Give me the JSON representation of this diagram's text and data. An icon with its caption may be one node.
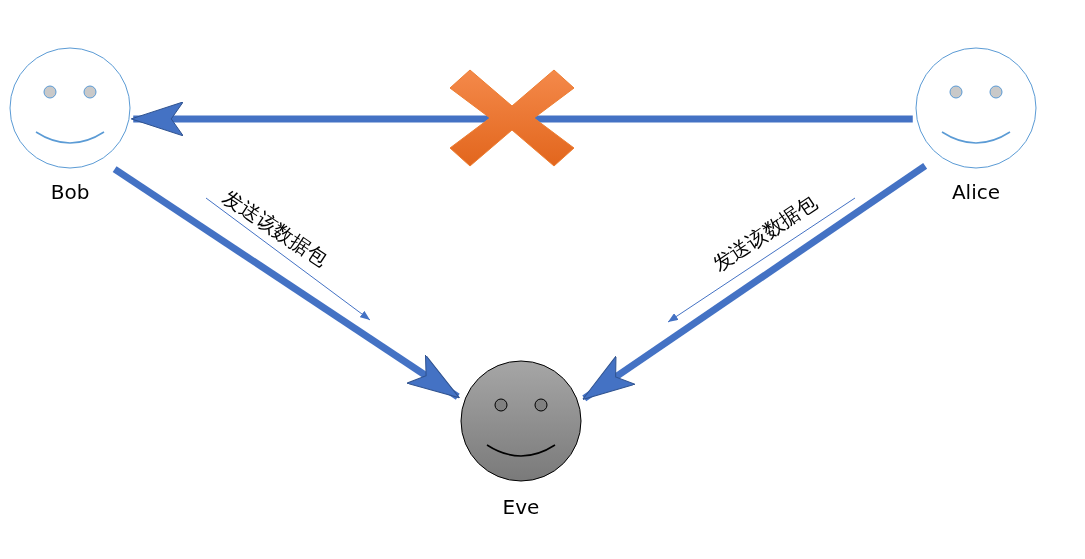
{
  "diagram": {
    "nodes": [
      {
        "text": [
          "Bob"
        ]
      },
      {
        "text": [
          "Alice"
        ]
      },
      {
        "text": [
          "Eve"
        ]
      }
    ],
    "edges": [
      {
        "from": 1,
        "to": 0,
        "arrow": "to"
      },
      {
        "from": 0,
        "to": 2,
        "arrow": "to",
        "label": "发送该数据包"
      },
      {
        "from": 1,
        "to": 2,
        "arrow": "to",
        "label": "发送该数据包"
      }
    ]
  }
}
